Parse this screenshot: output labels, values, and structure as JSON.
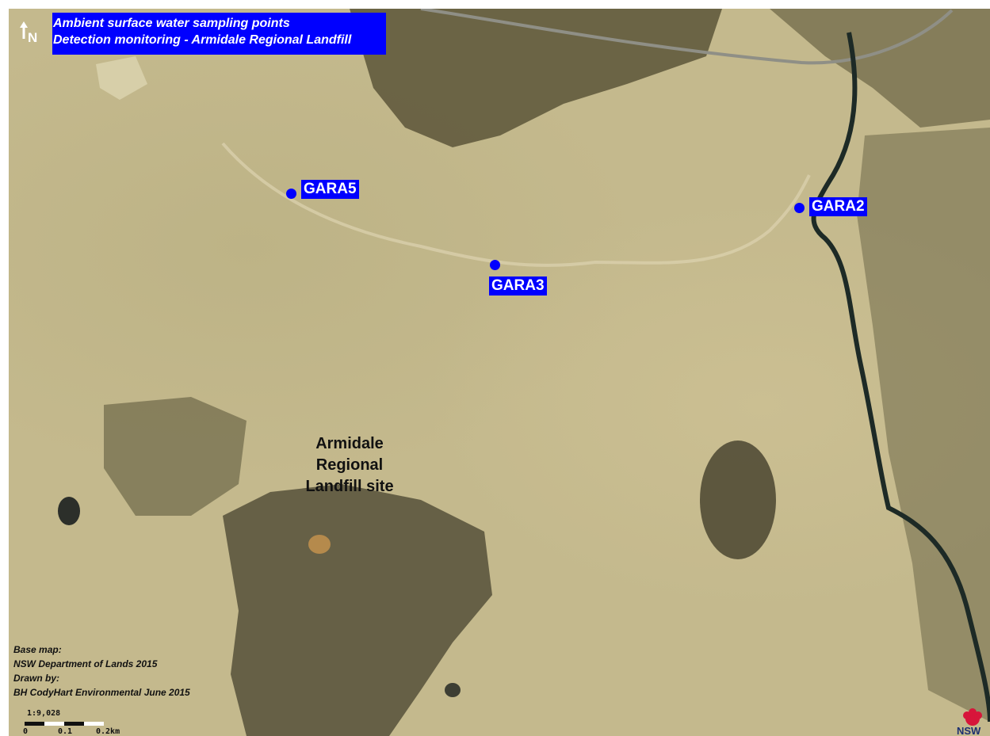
{
  "map": {
    "title_lines": [
      "Ambient surface water sampling points",
      "Detection monitoring - Armidale Regional Landfill"
    ],
    "north_label": "N",
    "sampling_points": [
      {
        "id": "GARA5",
        "label": "GARA5"
      },
      {
        "id": "GARA3",
        "label": "GARA3"
      },
      {
        "id": "GARA2",
        "label": "GARA2"
      }
    ],
    "site_label_lines": [
      "Armidale",
      "Regional",
      "Landfill site"
    ],
    "credits": [
      "Base map:",
      "NSW Department of Lands 2015",
      "Drawn by:",
      "BH CodyHart Environmental June 2015"
    ],
    "scale": {
      "ratio": "1:9,028",
      "ticks": [
        "0",
        "0.1",
        "0.2km"
      ]
    },
    "logo_text": "NSW",
    "colors": {
      "point_fill": "#0000ff",
      "label_background": "#0000ff",
      "label_text": "#ffffff",
      "terrain": "#c4b98d",
      "woodland": "#4f4a34",
      "creek": "#1d2a26"
    }
  }
}
